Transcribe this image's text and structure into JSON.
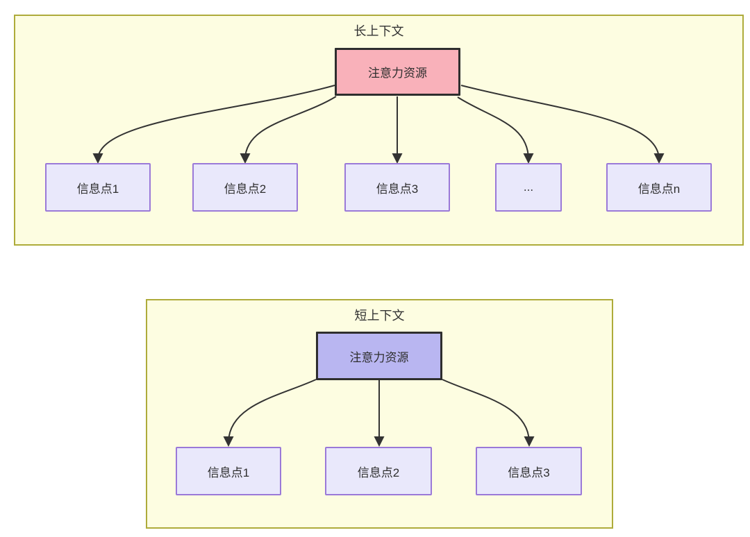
{
  "diagram": {
    "type": "comparison-flow",
    "sections": [
      {
        "title": "长上下文",
        "source": {
          "label": "注意力资源",
          "fill": "#f9b1ba"
        },
        "targets": [
          {
            "label": "信息点1"
          },
          {
            "label": "信息点2"
          },
          {
            "label": "信息点3"
          },
          {
            "label": "..."
          },
          {
            "label": "信息点n"
          }
        ]
      },
      {
        "title": "短上下文",
        "source": {
          "label": "注意力资源",
          "fill": "#b9b6f1"
        },
        "targets": [
          {
            "label": "信息点1"
          },
          {
            "label": "信息点2"
          },
          {
            "label": "信息点3"
          }
        ]
      }
    ],
    "colors": {
      "page_background": "#ffffff",
      "container_fill": "#fdfde1",
      "container_border": "#aeab3a",
      "long_source_fill": "#f9b1ba",
      "short_source_fill": "#b9b6f1",
      "source_border": "#2e2e2e",
      "target_fill": "#e9e8fb",
      "target_border": "#9a79d8",
      "edge": "#333333",
      "text": "#333333"
    }
  }
}
